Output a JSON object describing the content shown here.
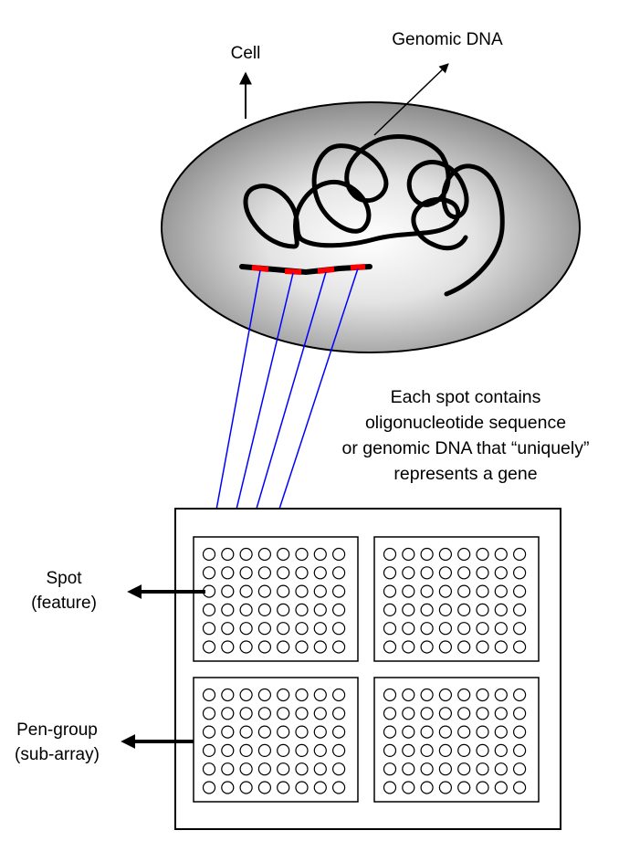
{
  "labels": {
    "cell": "Cell",
    "genomic_dna": "Genomic DNA",
    "description": [
      "Each spot contains",
      "oligonucleotide sequence",
      "or genomic DNA that “uniquely”",
      "represents a gene"
    ],
    "spot": [
      "Spot",
      "(feature)"
    ],
    "pen_group": [
      "Pen-group",
      "(sub-array)"
    ]
  },
  "microarray": {
    "sub_array_count": 4,
    "sub_array_rows": 6,
    "sub_array_cols": 8
  },
  "colors": {
    "cell_fill_center": "#ffffff",
    "cell_fill_edge": "#8c8c8c",
    "dna_strand": "#000000",
    "gene_segment": "#ff0000",
    "gene_arrow": "#0000ff",
    "outline": "#000000"
  }
}
